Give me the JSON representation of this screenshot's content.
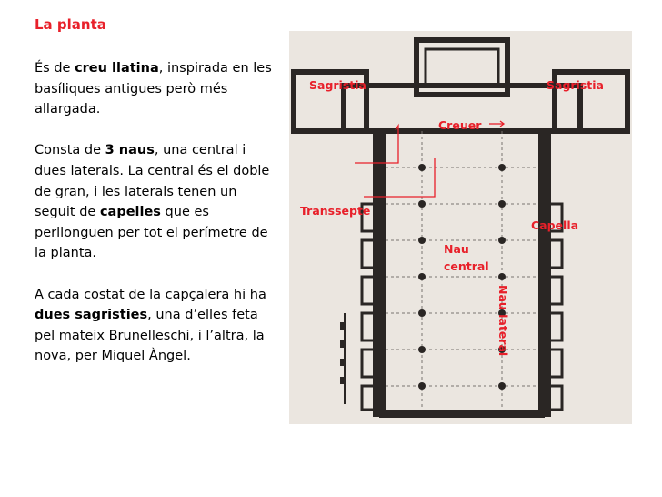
{
  "slide": {
    "title": "La planta",
    "paragraphs": [
      {
        "parts": [
          "És de ",
          "creu llatina",
          ", inspirada en les basíliques antigues però més allargada."
        ]
      },
      {
        "parts": [
          "Consta de ",
          "3 naus",
          ", una central i dues laterals. La central és el doble de gran, i les laterals tenen un seguit de ",
          "capelles",
          " que es perllonguen per tot el perímetre de la planta."
        ]
      },
      {
        "parts": [
          "A cada costat de la capçalera hi ha ",
          "dues sagristies",
          ", una d’elles feta pel mateix Brunelleschi, i l’altra, la nova, per Miquel Àngel."
        ]
      }
    ]
  },
  "plan_labels": {
    "sagristia_left": "Sagristia",
    "sagristia_right": "Sagristia",
    "creuer": "Creuer",
    "transsepte": "Transsepte",
    "capella": "Capella",
    "nau_central_1": "Nau",
    "nau_central_2": "central",
    "nau_lateral": "Nau lateral"
  },
  "colors": {
    "label_red": "#e8202a",
    "plan_bg": "#ebe6e0",
    "plan_wall": "#2a2624"
  }
}
